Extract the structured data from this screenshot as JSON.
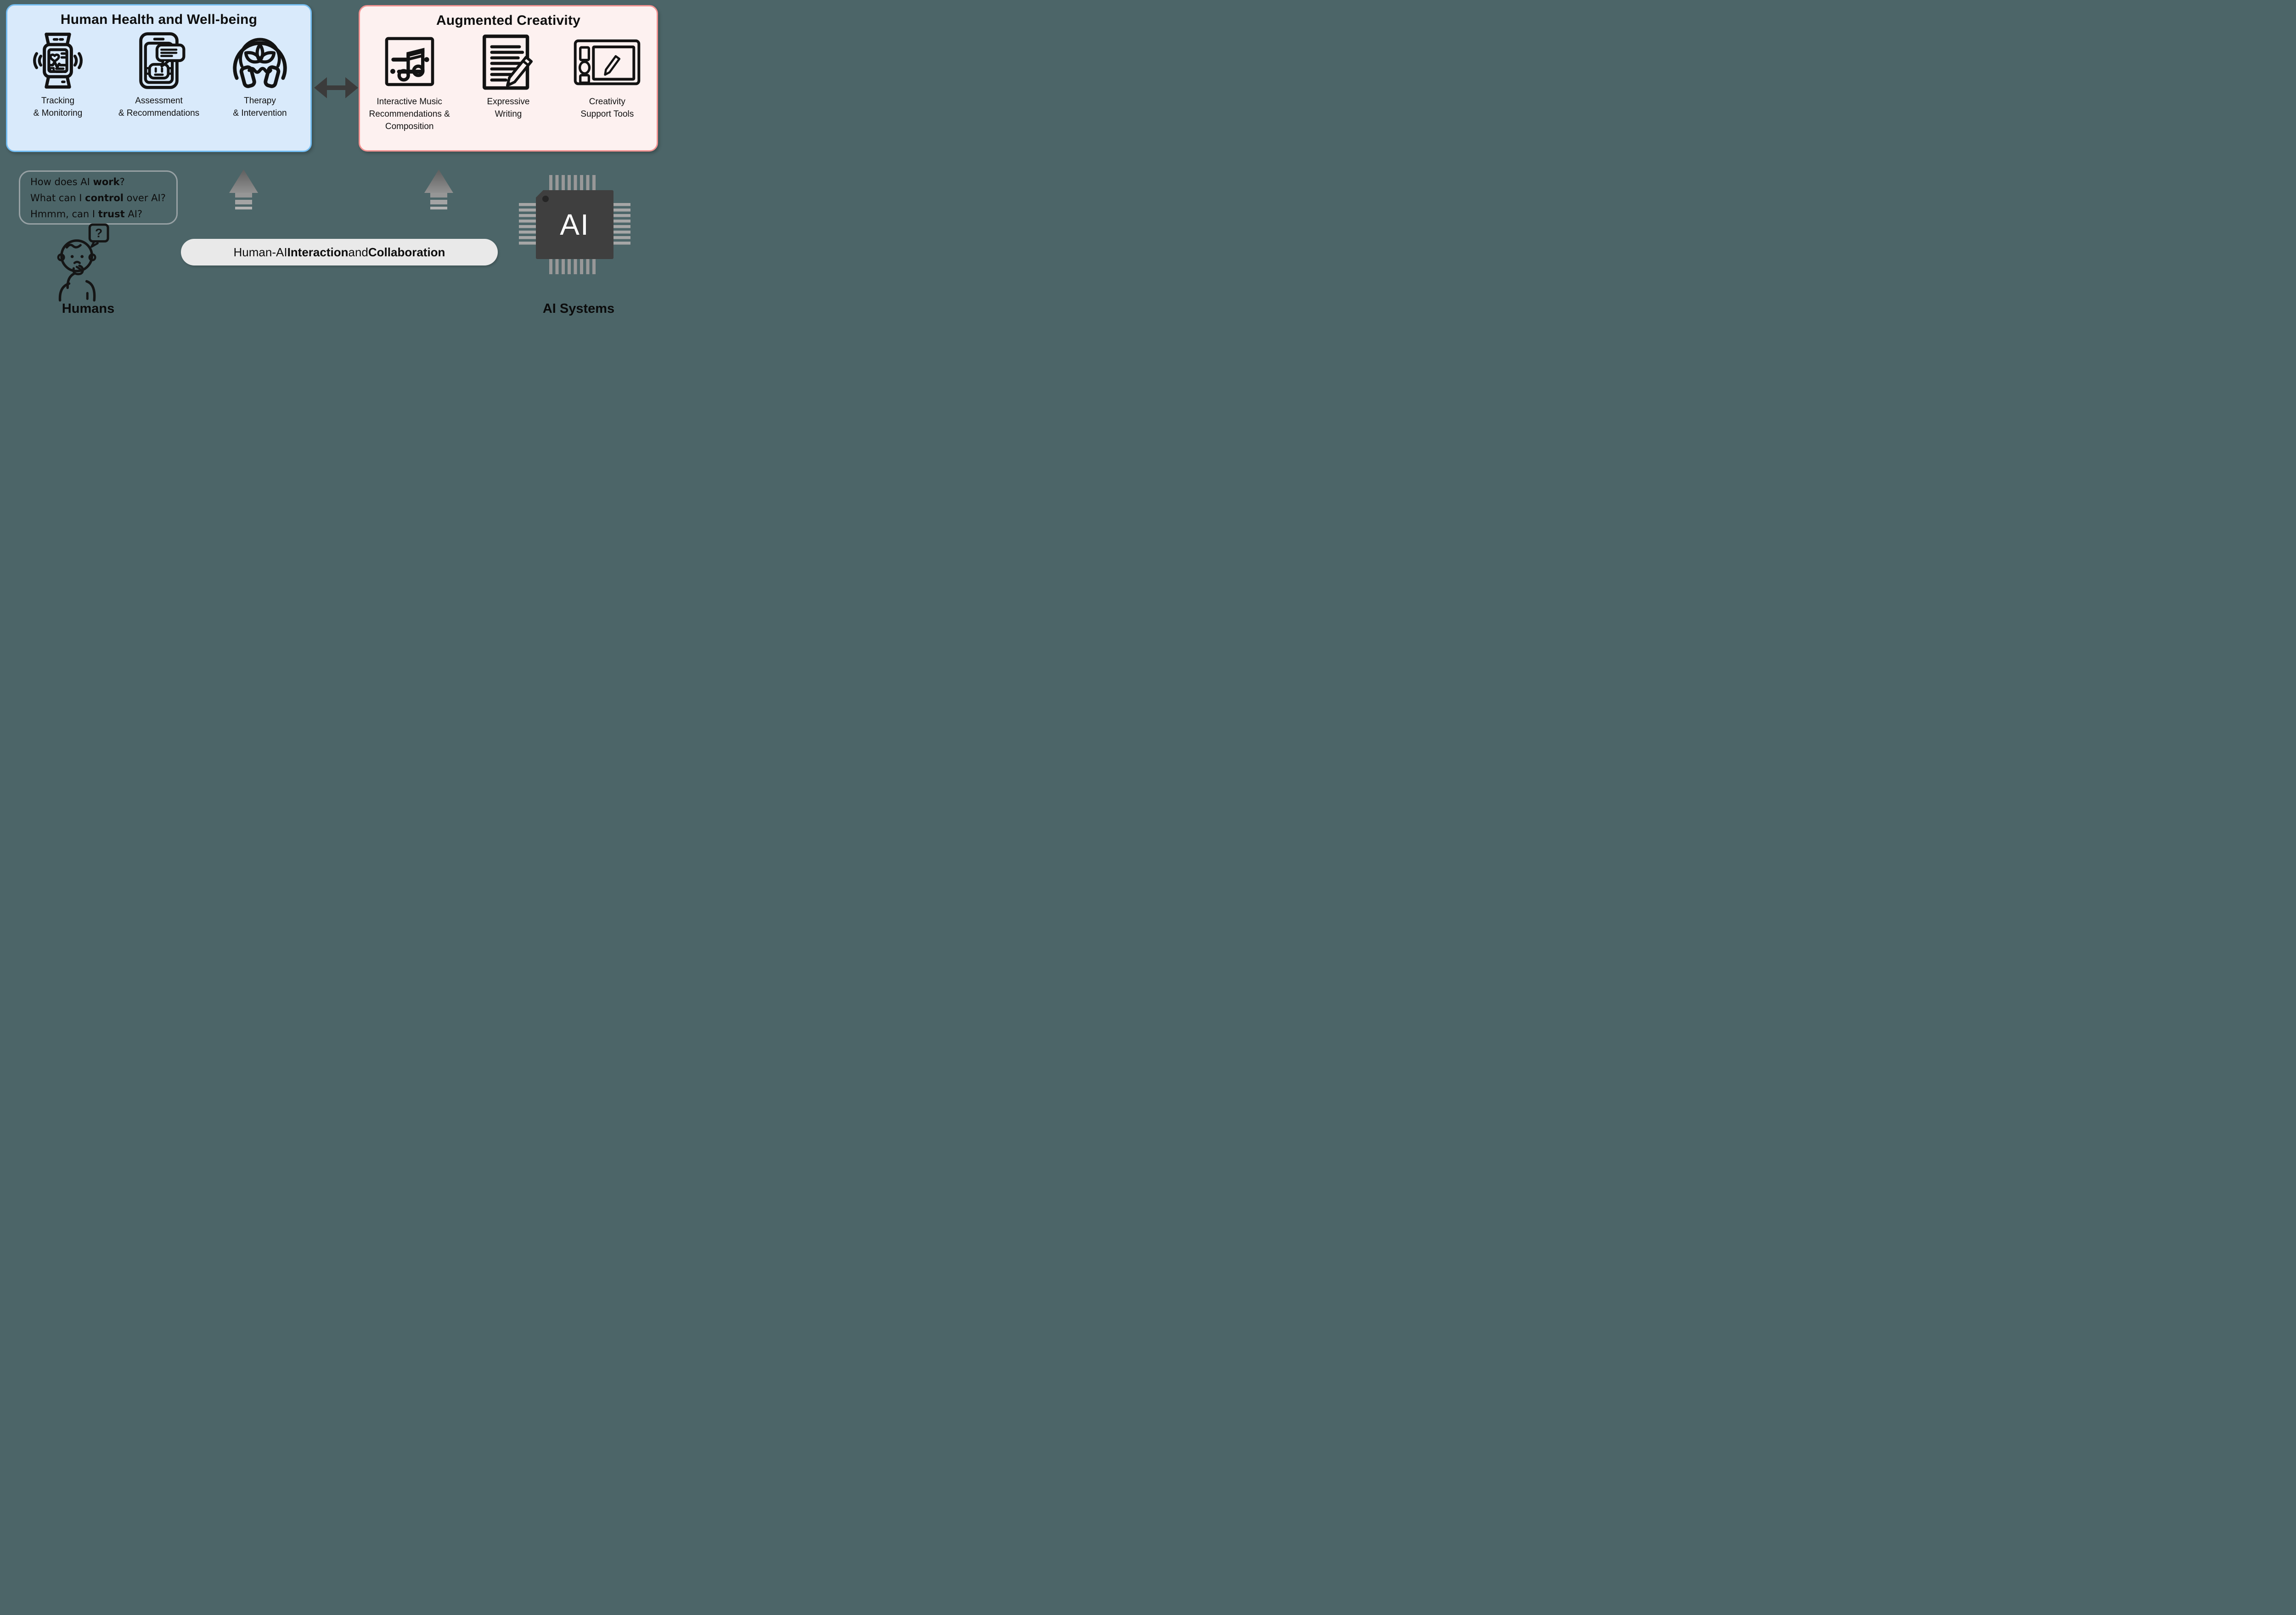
{
  "colors": {
    "background": "#4c6568",
    "health_fill": "#d9eafb",
    "health_border": "#73bdf2",
    "creativity_fill": "#fdf1f0",
    "creativity_border": "#f29291",
    "pill_fill": "#e9e9e9",
    "arrow_dark": "#3b3b3b",
    "chip_body": "#3f3f3f",
    "pin_gray": "#989898"
  },
  "health_box": {
    "title": "Human Health and Well-being",
    "items": [
      {
        "icon": "smartwatch-tracking-icon",
        "label": "Tracking\n& Monitoring"
      },
      {
        "icon": "chatbot-phone-icon",
        "label": "Assessment\n& Recommendations"
      },
      {
        "icon": "therapy-headphones-icon",
        "label": "Therapy\n& Intervention"
      }
    ]
  },
  "creativity_box": {
    "title": "Augmented Creativity",
    "items": [
      {
        "icon": "music-composition-icon",
        "label": "Interactive Music\nRecommendations &\nComposition"
      },
      {
        "icon": "expressive-writing-icon",
        "label": "Expressive\nWriting"
      },
      {
        "icon": "drawing-tablet-icon",
        "label": "Creativity\nSupport Tools"
      }
    ]
  },
  "speech_bubble": {
    "lines": [
      [
        {
          "t": "How does AI "
        },
        {
          "t": "work",
          "b": true
        },
        {
          "t": "?"
        }
      ],
      [
        {
          "t": "What can I "
        },
        {
          "t": "control",
          "b": true
        },
        {
          "t": " over AI?"
        }
      ],
      [
        {
          "t": "Hmmm, can I "
        },
        {
          "t": "trust",
          "b": true
        },
        {
          "t": " AI?"
        }
      ]
    ]
  },
  "pill": {
    "segments": [
      {
        "t": "Human-AI "
      },
      {
        "t": "Interaction",
        "b": true
      },
      {
        "t": " and "
      },
      {
        "t": "Collaboration",
        "b": true
      }
    ]
  },
  "humans_figure": {
    "question_mark": "?"
  },
  "humans_label": "Humans",
  "ai_label": "AI Systems",
  "chip_text": "AI"
}
